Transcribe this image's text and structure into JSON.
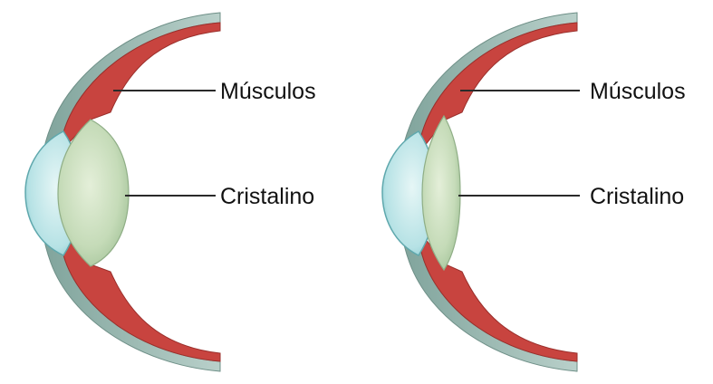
{
  "panels": [
    {
      "state": "accommodated-thick-lens",
      "labels": {
        "muscles": "Músculos",
        "lens": "Cristalino"
      }
    },
    {
      "state": "relaxed-thin-lens",
      "labels": {
        "muscles": "Músculos",
        "lens": "Cristalino"
      }
    }
  ],
  "colors": {
    "sclera": "#9fbcb4",
    "muscle": "#c8443f",
    "lens": "#c7dcbc",
    "cornea": "#b9e3e6",
    "leader_line": "#2a2a2a"
  }
}
